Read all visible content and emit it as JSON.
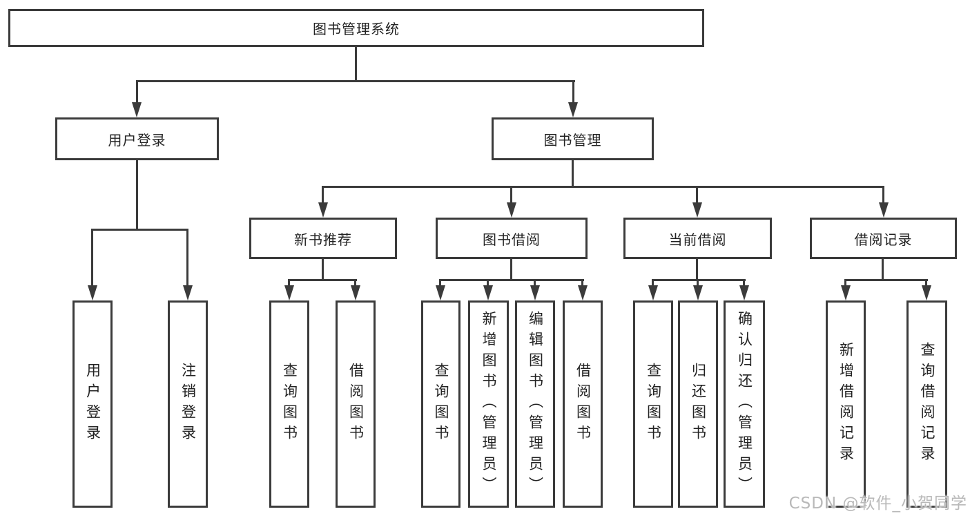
{
  "diagram": {
    "title": "图书管理系统",
    "root": {
      "label": "图书管理系统"
    },
    "level2": {
      "user_login": {
        "label": "用户登录"
      },
      "book_management": {
        "label": "图书管理"
      }
    },
    "level3": {
      "new_book_recommendation": {
        "label": "新书推荐"
      },
      "book_borrowing": {
        "label": "图书借阅"
      },
      "current_borrowing": {
        "label": "当前借阅"
      },
      "borrowing_records": {
        "label": "借阅记录"
      }
    },
    "leaves": {
      "user_login": [
        "用户登录",
        "注销登录"
      ],
      "new_book_recommendation": [
        "查询图书",
        "借阅图书"
      ],
      "book_borrowing": [
        "查询图书",
        "新增图书（管理员）",
        "编辑图书（管理员）",
        "借阅图书"
      ],
      "current_borrowing": [
        "查询图书",
        "归还图书",
        "确认归还（管理员）"
      ],
      "borrowing_records": [
        "新增借阅记录",
        "查询借阅记录"
      ]
    },
    "colors": {
      "line": "#3b3b3b",
      "text": "#222222",
      "watermark": "#b9b9b9",
      "background": "#ffffff"
    }
  },
  "watermark": {
    "text": "CSDN @软件_小贺同学"
  }
}
